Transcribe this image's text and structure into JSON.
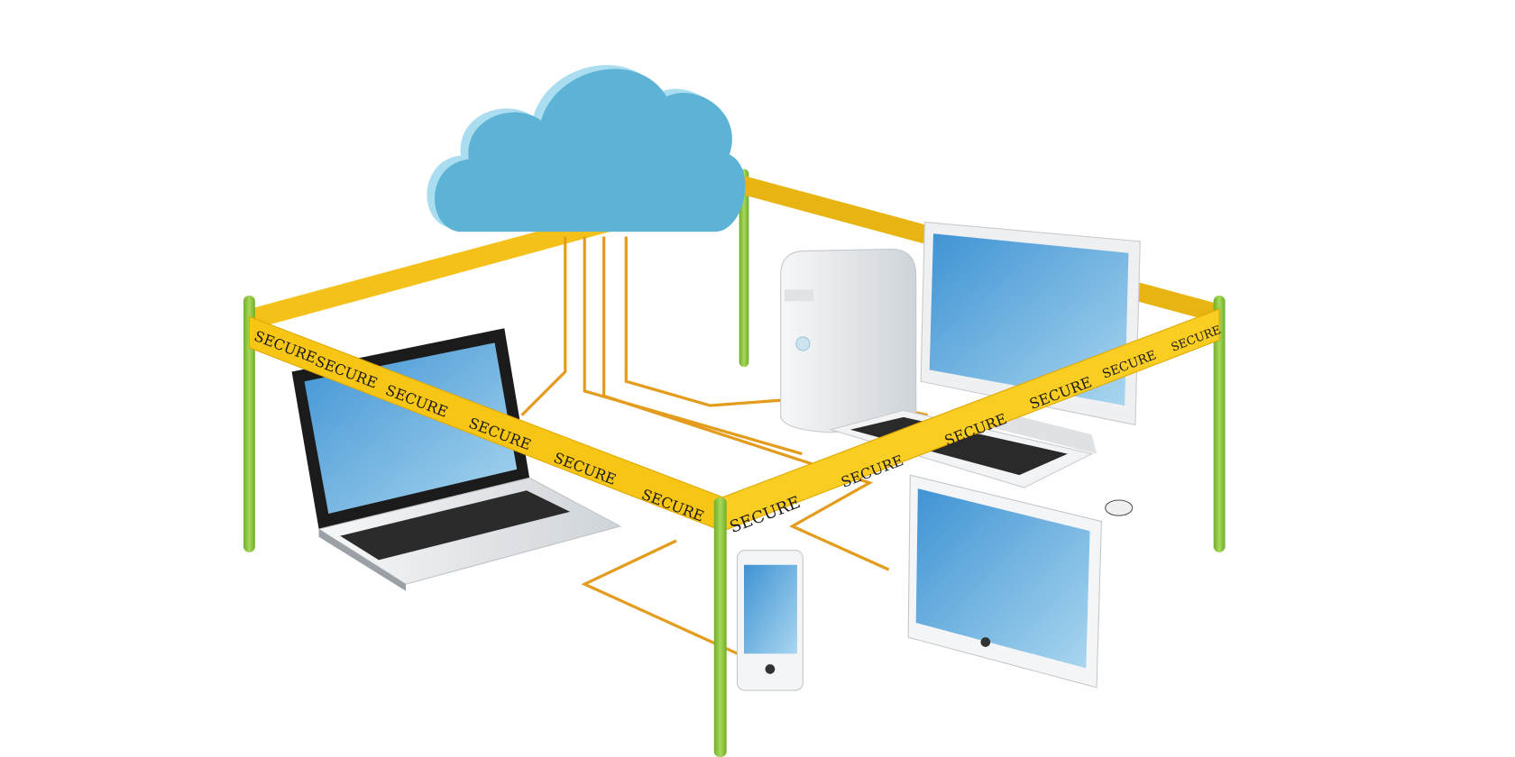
{
  "illustration": {
    "tape_labels": [
      "SECURE",
      "SECURE",
      "SECURE",
      "SECURE",
      "SECURE",
      "SECURE",
      "SECURE",
      "SECURE",
      "SECURE",
      "SECURE",
      "SECURE",
      "SECURE"
    ],
    "colors": {
      "cloud": "#5db3d5",
      "tape": "#f7c514",
      "post": "#8cc63f",
      "cable": "#e8a020",
      "screen": "#5aa8dc",
      "device_body": "#e9ecef"
    }
  }
}
